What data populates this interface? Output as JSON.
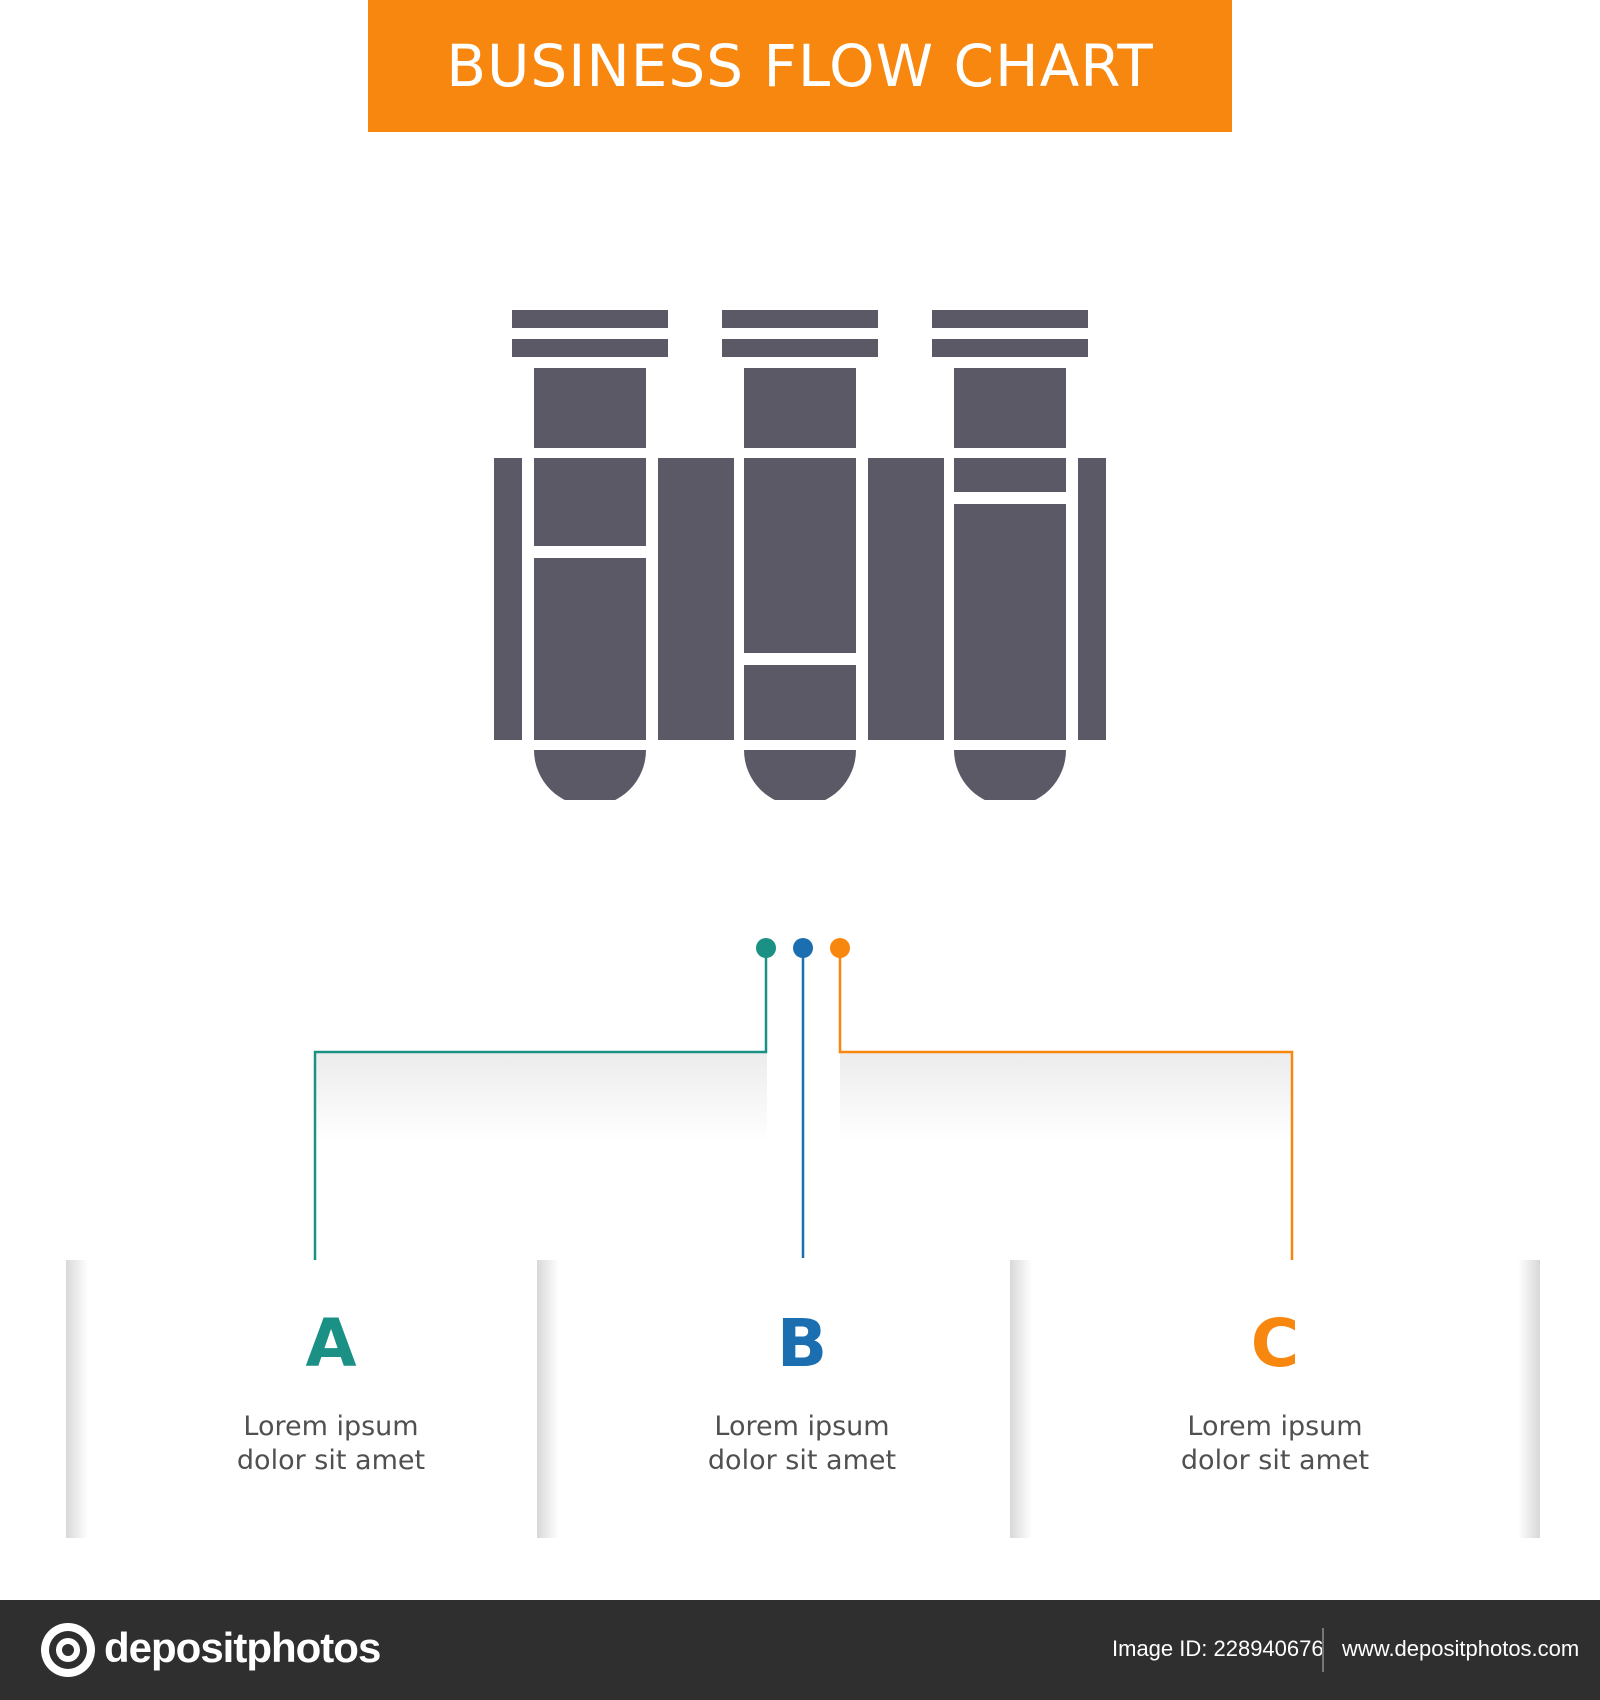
{
  "title": "BUSINESS FLOW CHART",
  "icon": "test-tubes-icon",
  "colors": {
    "banner": "#f7870f",
    "icon": "#5b5966",
    "a": "#1a9184",
    "b": "#1b6fb0",
    "c": "#f7870f"
  },
  "steps": [
    {
      "letter": "A",
      "line1": "Lorem ipsum",
      "line2": "dolor sit amet",
      "color": "#1a9184"
    },
    {
      "letter": "B",
      "line1": "Lorem ipsum",
      "line2": "dolor sit amet",
      "color": "#1b6fb0"
    },
    {
      "letter": "C",
      "line1": "Lorem ipsum",
      "line2": "dolor sit amet",
      "color": "#f7870f"
    }
  ],
  "footer": {
    "brand": "depositphotos",
    "image_id": "Image ID: 228940676",
    "url": "www.depositphotos.com"
  }
}
